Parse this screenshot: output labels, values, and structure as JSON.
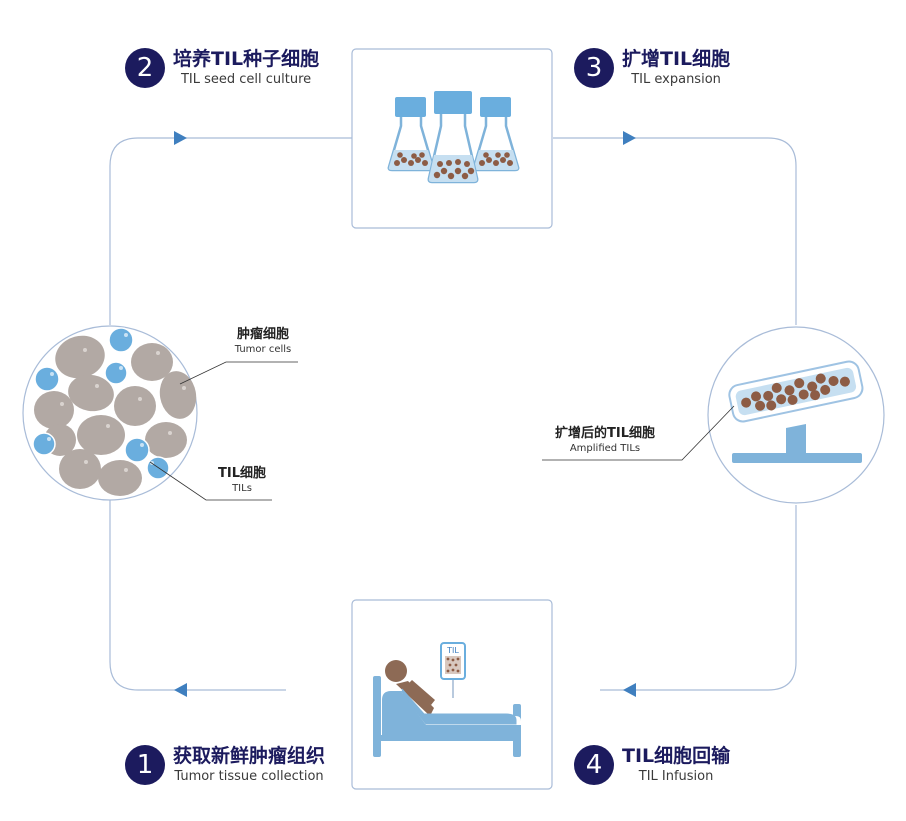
{
  "steps": [
    {
      "number": "1",
      "title_zh": "获取新鲜肿瘤组织",
      "title_en": "Tumor tissue collection"
    },
    {
      "number": "2",
      "title_zh": "培养TIL种子细胞",
      "title_en": "TIL seed cell culture"
    },
    {
      "number": "3",
      "title_zh": "扩增TIL细胞",
      "title_en": "TIL expansion"
    },
    {
      "number": "4",
      "title_zh": "TIL细胞回输",
      "title_en": "TIL Infusion"
    }
  ],
  "labels": {
    "tumor_cells": {
      "zh": "肿瘤细胞",
      "en": "Tumor cells"
    },
    "tils": {
      "zh": "TIL细胞",
      "en": "TILs"
    },
    "amplified": {
      "zh": "扩增后的TIL细胞",
      "en": "Amplified TILs"
    },
    "iv_bag": "TIL"
  },
  "colors": {
    "navy": "#1c1b5e",
    "flow_line": "#a9bcd8",
    "arrow": "#3f7fbf",
    "til_blue": "#6aaede",
    "tumor_gray": "#b2a9a4",
    "cell_brown": "#8d5c45",
    "bed_blue": "#7fb3da"
  }
}
